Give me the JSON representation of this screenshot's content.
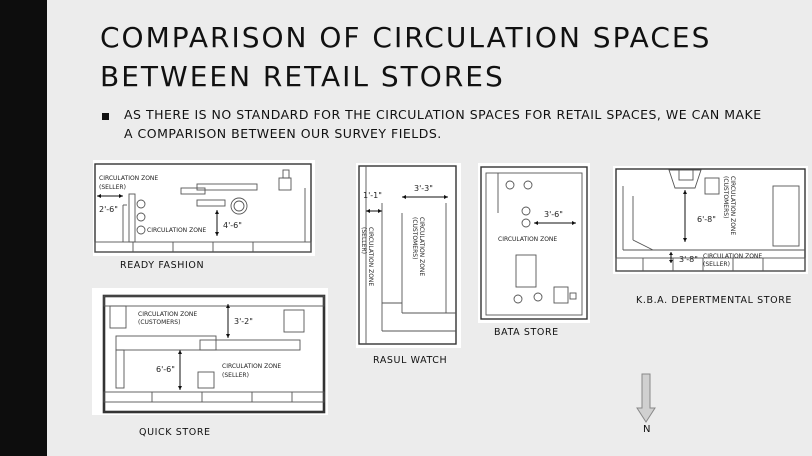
{
  "slide": {
    "title_line1": "Comparison of circulation spaces",
    "title_line2": "between retail stores",
    "bullet": "As there is no standard for the circulation spaces for retail spaces, we can make a comparison between our survey fields."
  },
  "stores": {
    "ready_fashion": {
      "caption": "READY FASHION",
      "zone1_line1": "CIRCULATION ZONE",
      "zone1_line2": "(SELLER)",
      "dim1": "2'-6\"",
      "zone2": "CIRCULATION ZONE",
      "dim2": "4'-6\""
    },
    "rasul_watch": {
      "caption": "RASUL WATCH",
      "dim1": "1'-1\"",
      "dim2": "3'-3\"",
      "zone1": "CIRCULATION ZONE",
      "zone1_sub": "(SELLER)",
      "zone2": "CIRCULATION ZONE",
      "zone2_sub": "(CUSTOMERS)"
    },
    "bata": {
      "caption": "BATA STORE",
      "dim": "3'-6\"",
      "zone": "CIRCULATION ZONE"
    },
    "kba": {
      "caption": "K.B.A. DEPERTMENTAL STORE",
      "zone1": "CIRCULATION ZONE",
      "zone1_sub": "(CUSTOMERS)",
      "dim1": "6'-8\"",
      "dim2": "3'-8\"",
      "zone2": "CIRCULATION ZONE",
      "zone2_sub": "(SELLER)"
    },
    "quick": {
      "caption": "QUICK STORE",
      "zone1_line1": "CIRCULATION ZONE",
      "zone1_line2": "(CUSTOMERS)",
      "dim1": "3'-2\"",
      "dim2": "6'-6\"",
      "zone2_line1": "CIRCULATION ZONE",
      "zone2_line2": "(SELLER)"
    }
  },
  "north": {
    "label": "N",
    "icon": "arrow-down-icon"
  }
}
